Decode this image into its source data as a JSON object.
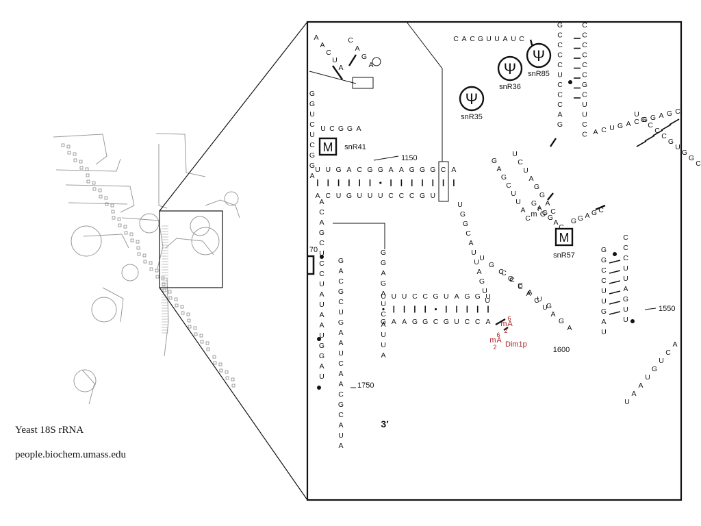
{
  "caption": {
    "title": "Yeast 18S rRNA",
    "source": "people.biochem.umass.edu"
  },
  "mods": [
    {
      "kind": "psi",
      "symbol": "Ψ",
      "label": "snR35"
    },
    {
      "kind": "psi",
      "symbol": "Ψ",
      "label": "snR36"
    },
    {
      "kind": "psi",
      "symbol": "Ψ",
      "label": "snR85"
    },
    {
      "kind": "meth",
      "symbol": "M",
      "label": "snR41"
    },
    {
      "kind": "meth",
      "symbol": "M",
      "label": "snR57"
    }
  ],
  "positions": [
    "1150",
    "1550",
    "1600",
    "1750",
    "70"
  ],
  "terminal": "3′",
  "dimethyl": {
    "label1": "m",
    "sup": "6",
    "base": "A",
    "sub": "2",
    "enzyme": "Dim1p"
  },
  "m7g": {
    "label": "m",
    "sup": "7",
    "base": "G"
  },
  "colors": {
    "line": "#111111",
    "accent": "#aa2222",
    "thumb": "#9a9a9a"
  },
  "helices": [
    {
      "top": "UUGACGGAAGGGCA",
      "bottom": "ACUGUUUCCCGU",
      "marks": "||||||•|||||||"
    },
    {
      "top": "UUUCCGUAGGU",
      "bottom": "GAAGGCGUCCA",
      "marks": "•||||•|||||"
    }
  ],
  "strands": [
    {
      "id": "loop-topleft-a",
      "seq": "AACUA"
    },
    {
      "id": "loop-topleft-b",
      "seq": "CAGA"
    },
    {
      "id": "hairpin-left-top",
      "seq": "GGUCUCGGA"
    },
    {
      "id": "hairpin-left-bot",
      "seq": "UCGGA"
    },
    {
      "id": "loop-top-psi",
      "seq": "CACGUUAUC"
    },
    {
      "id": "col-right-a",
      "seq": "GCCCCUCCCAG"
    },
    {
      "id": "col-right-b",
      "seq": "CCCCCCGCUUCC"
    },
    {
      "id": "arc-right",
      "seq": "ACUGACGGAGC"
    },
    {
      "id": "arc-right-b",
      "seq": "UGCCCGUGGC"
    },
    {
      "id": "col-far-right",
      "seq": "GGCCUUGAU"
    },
    {
      "id": "col-far-right-b",
      "seq": "CCCUUAGUU"
    },
    {
      "id": "helix-diag-a",
      "seq": "GAGCUUAC"
    },
    {
      "id": "helix-diag-b",
      "seq": "UCUAGGAC"
    },
    {
      "id": "helix-diag-c",
      "seq": "UGCGCAUG"
    },
    {
      "id": "col-center",
      "seq": "UGGCAUUAGUU"
    },
    {
      "id": "col-center-b",
      "seq": "CCCACUAGA"
    },
    {
      "id": "col-left-a",
      "seq": "ACAGCUCCUAUAAUGGAU"
    },
    {
      "id": "col-left-b",
      "seq": "GACGCUGAAUCAACGCAUA"
    },
    {
      "id": "col-mid",
      "seq": "GGAGAUCAUUA"
    },
    {
      "id": "mod-region",
      "seq": "GAGGAC"
    },
    {
      "id": "loop-m7g",
      "seq": "GGAGC"
    },
    {
      "id": "loop-bottom-right",
      "seq": "UAAUGUCA"
    }
  ]
}
